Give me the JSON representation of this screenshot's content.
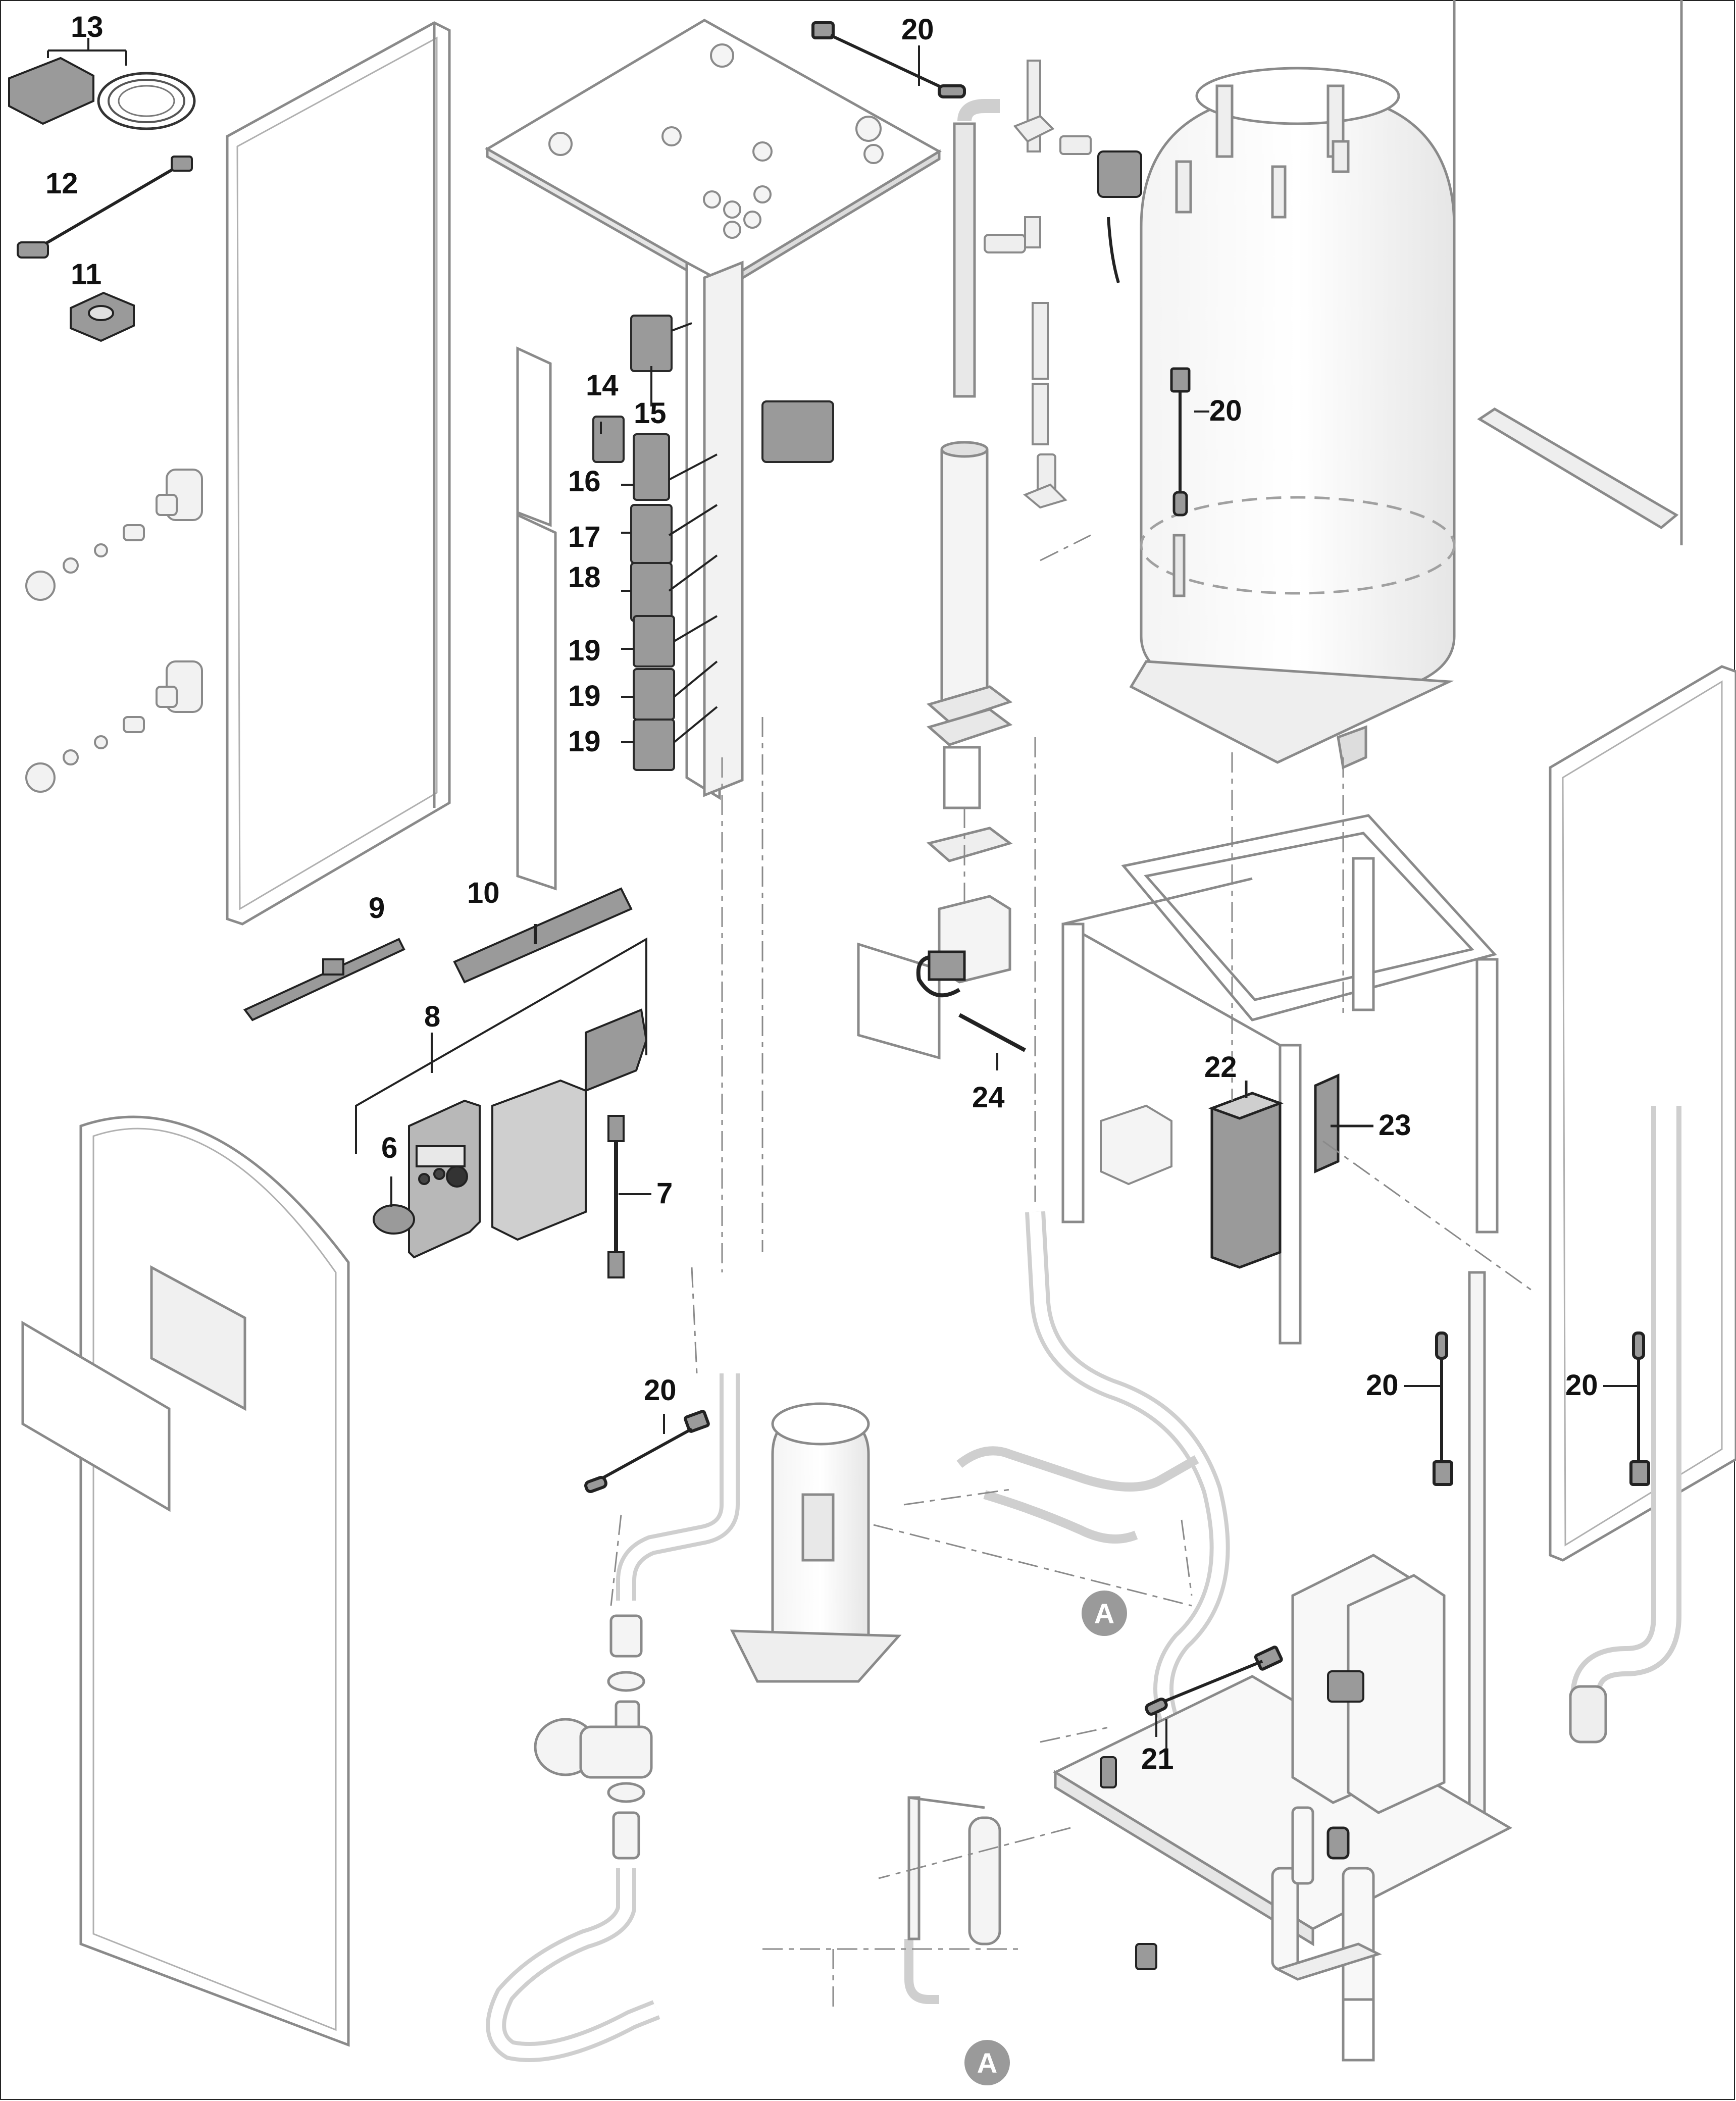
{
  "diagram": {
    "callouts": {
      "c13": "13",
      "c12": "12",
      "c11": "11",
      "c20a": "20",
      "c20b": "20",
      "c20c": "20",
      "c20d": "20",
      "c20e": "20",
      "c14": "14",
      "c15": "15",
      "c16": "16",
      "c17": "17",
      "c18": "18",
      "c19a": "19",
      "c19b": "19",
      "c19c": "19",
      "c9": "9",
      "c10": "10",
      "c8": "8",
      "c6": "6",
      "c7": "7",
      "c24": "24",
      "c22": "22",
      "c23": "23",
      "c21": "21"
    },
    "markers": {
      "a_top": "A",
      "a_bottom": "A"
    }
  }
}
